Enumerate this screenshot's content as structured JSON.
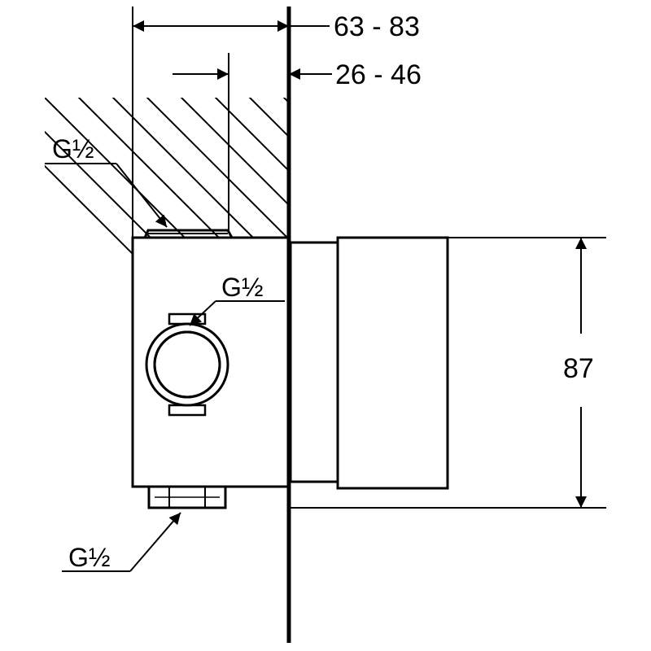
{
  "dimensions": {
    "overall_depth": "63 - 83",
    "installation_depth": "26 - 46",
    "height": "87"
  },
  "thread_labels": {
    "top": "G½",
    "side_outlet": "G½",
    "bottom": "G½"
  },
  "colors": {
    "line": "#000000",
    "background": "#ffffff"
  }
}
